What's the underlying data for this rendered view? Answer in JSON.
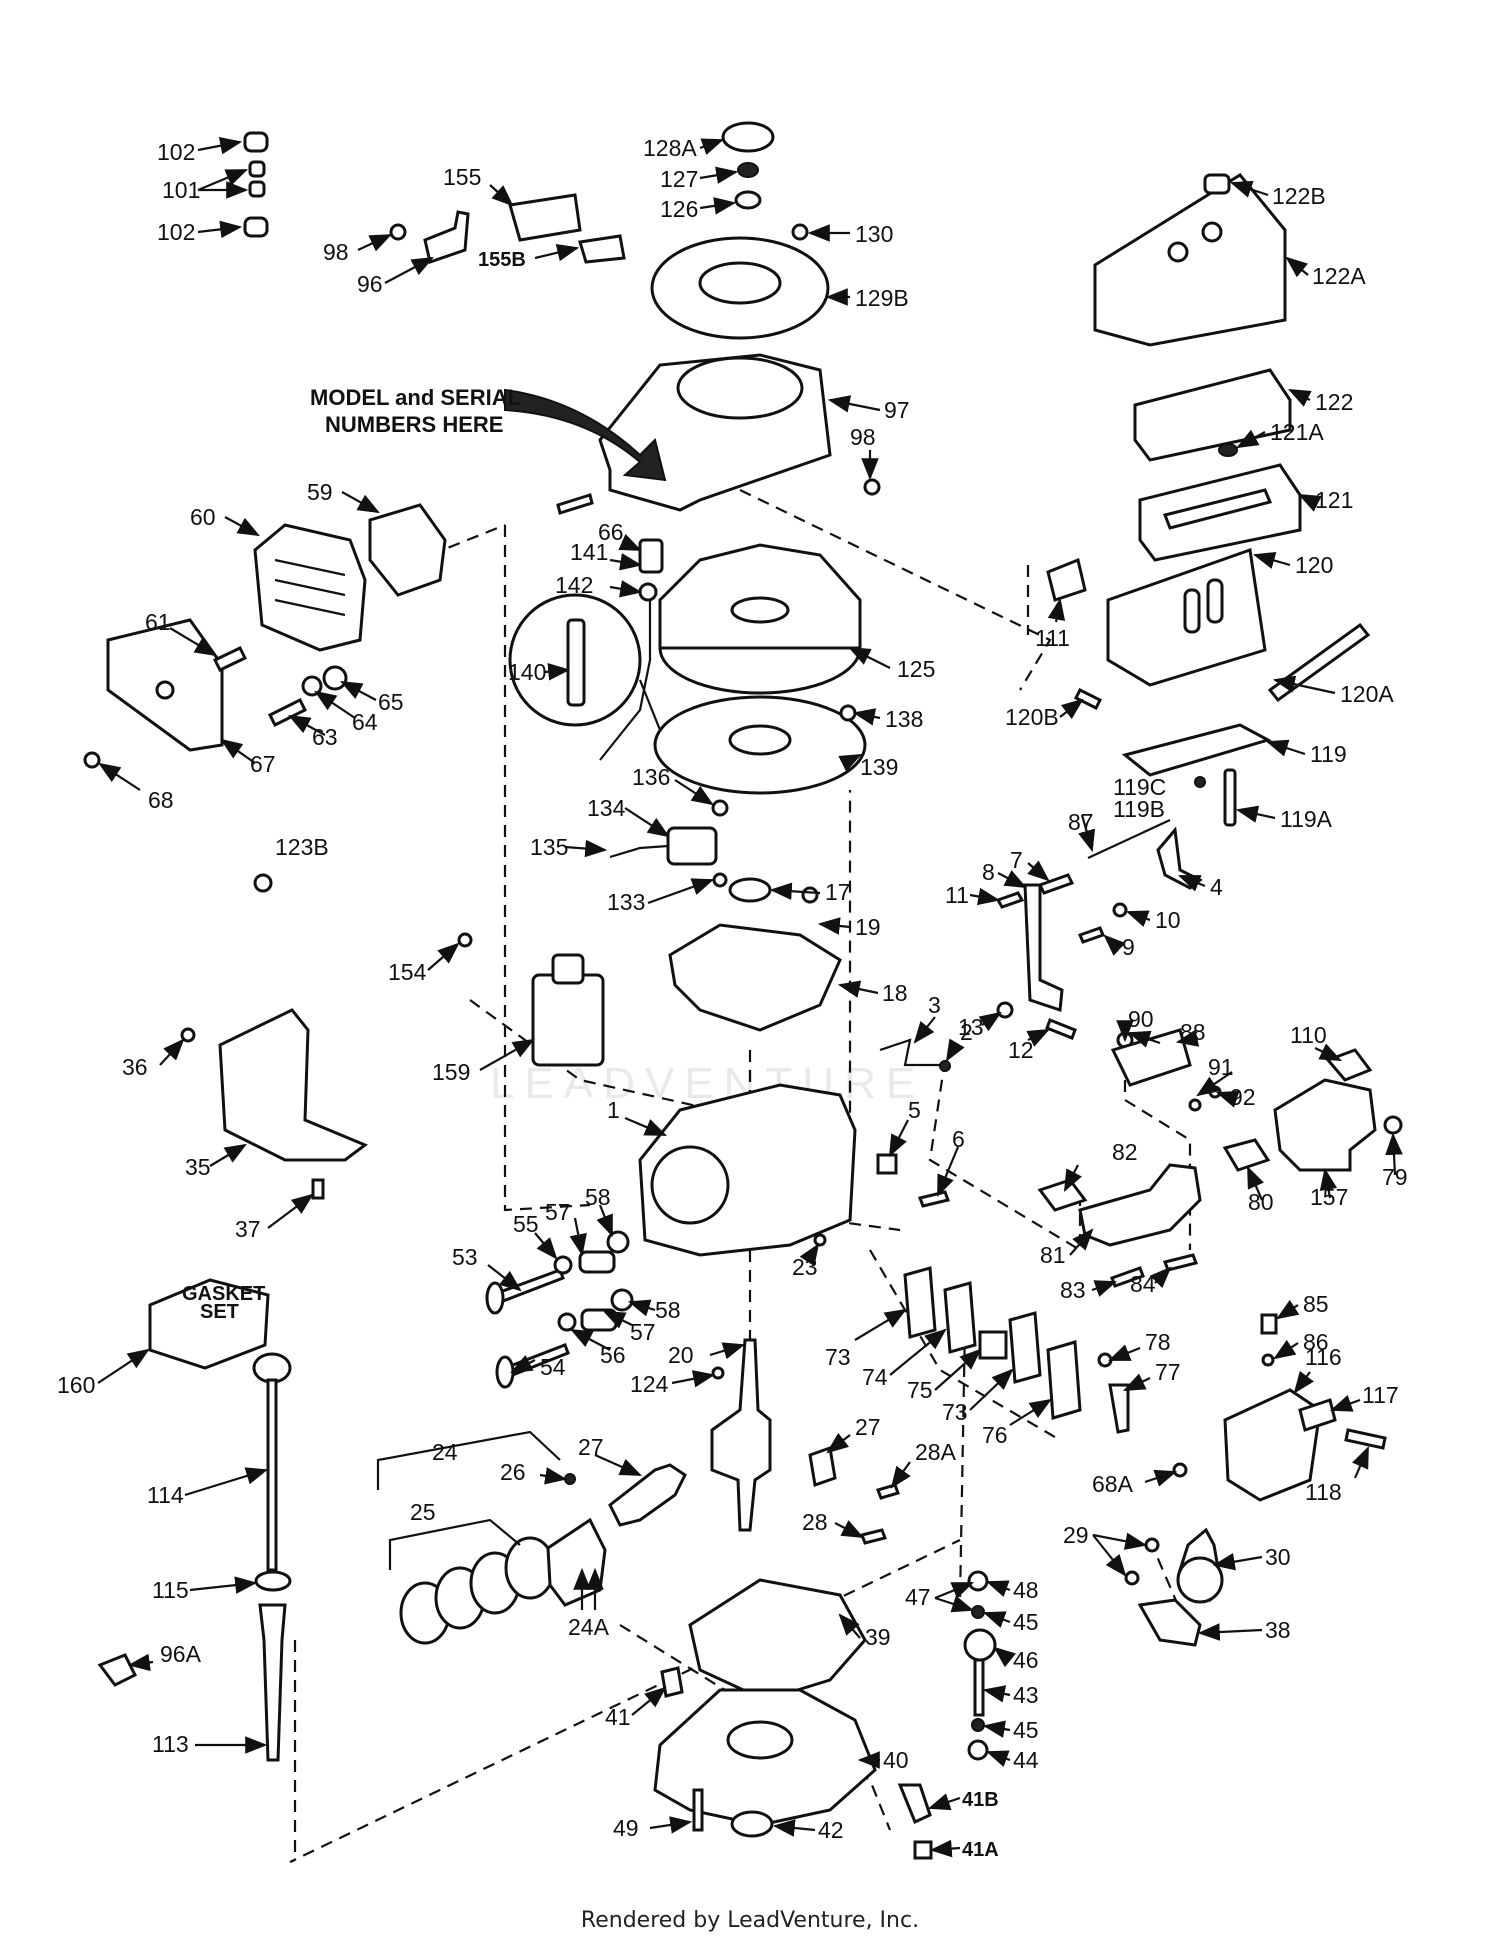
{
  "diagram": {
    "watermark": "LEADVENTURE",
    "note_line1": "MODEL and SERIAL",
    "note_line2": "NUMBERS HERE",
    "gasket_line1": "GASKET",
    "gasket_line2": "SET",
    "labels": [
      "102",
      "101",
      "102",
      "155",
      "155B",
      "98",
      "96",
      "128A",
      "127",
      "126",
      "130",
      "129B",
      "97",
      "98",
      "122B",
      "122A",
      "122",
      "121A",
      "121",
      "120",
      "111",
      "120A",
      "120B",
      "119",
      "119C",
      "119B",
      "119A",
      "60",
      "59",
      "61",
      "65",
      "64",
      "63",
      "67",
      "68",
      "66",
      "141",
      "142",
      "140",
      "125",
      "138",
      "139",
      "136",
      "134",
      "135",
      "133",
      "123B",
      "17",
      "19",
      "18",
      "87",
      "7",
      "4",
      "8",
      "11",
      "10",
      "9",
      "13",
      "12",
      "154",
      "3",
      "2",
      "159",
      "36",
      "35",
      "37",
      "1",
      "5",
      "6",
      "90",
      "88",
      "110",
      "91",
      "92",
      "79",
      "157",
      "80",
      "82",
      "81",
      "83",
      "84",
      "85",
      "86",
      "53",
      "55",
      "57",
      "58",
      "23",
      "56",
      "57",
      "58",
      "54",
      "20",
      "124",
      "73",
      "74",
      "75",
      "73",
      "76",
      "78",
      "77",
      "116",
      "117",
      "118",
      "68A",
      "160",
      "114",
      "115",
      "113",
      "96A",
      "24",
      "25",
      "26",
      "27",
      "24A",
      "27",
      "28A",
      "28",
      "29",
      "30",
      "38",
      "39",
      "47",
      "48",
      "45",
      "46",
      "43",
      "45",
      "44",
      "41",
      "40",
      "41B",
      "41A",
      "49",
      "42"
    ]
  },
  "footer": {
    "text": "Rendered by LeadVenture, Inc."
  }
}
